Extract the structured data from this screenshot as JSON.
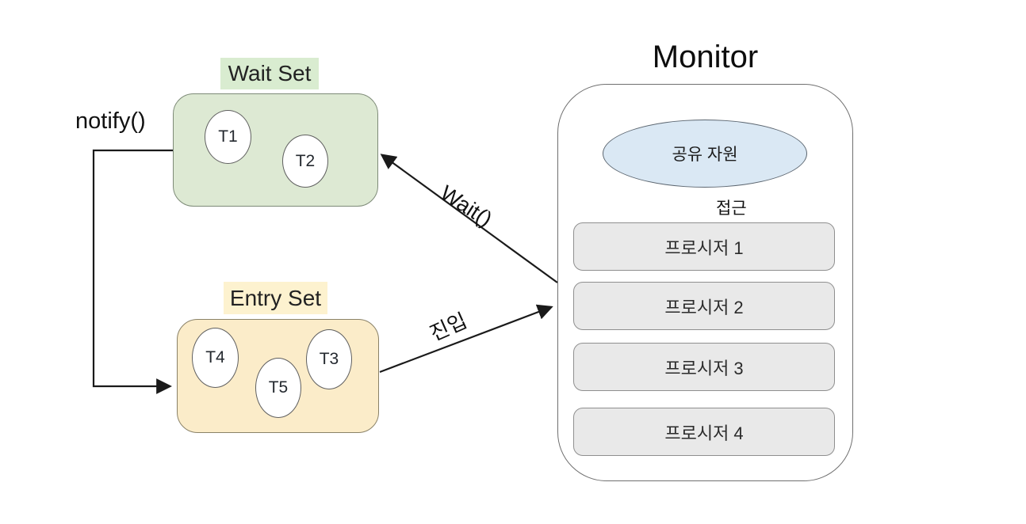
{
  "diagram": {
    "wait_set": {
      "label": "Wait Set",
      "threads": [
        "T1",
        "T2"
      ],
      "fill": "#dde9d3",
      "label_bg": "#d9ecd0"
    },
    "entry_set": {
      "label": "Entry Set",
      "threads": [
        "T4",
        "T5",
        "T3"
      ],
      "fill": "#fbecc9",
      "label_bg": "#fdf2cf"
    },
    "monitor": {
      "title": "Monitor",
      "shared_resource": {
        "label": "공유 자원",
        "fill": "#dae8f4"
      },
      "procedures": [
        "프로시저 1",
        "프로시저 2",
        "프로시저 3",
        "프로시저 4"
      ],
      "procedure_fill": "#e9e9e9"
    },
    "edges": {
      "notify": "notify()",
      "wait": "Wait()",
      "enter": "진입",
      "access": "접근"
    },
    "line_color": "#1a1a1a"
  }
}
